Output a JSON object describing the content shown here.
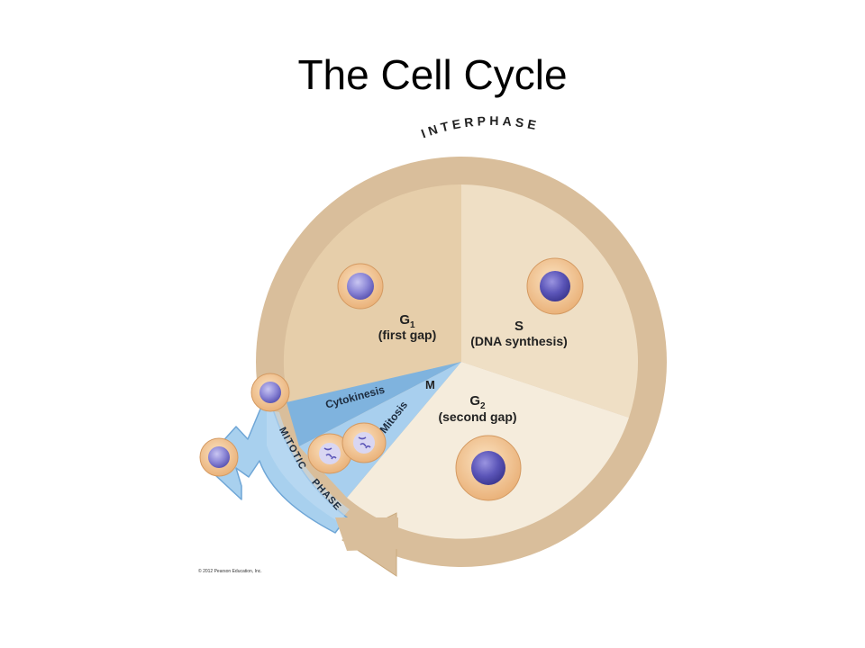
{
  "slide": {
    "title": "The Cell Cycle"
  },
  "diagram": {
    "ring_label": "INTERPHASE",
    "phases": {
      "g1": {
        "symbol": "G",
        "subscript": "1",
        "name": "(first gap)"
      },
      "s": {
        "symbol": "S",
        "name": "(DNA synthesis)"
      },
      "g2": {
        "symbol": "G",
        "subscript": "2",
        "name": "(second gap)"
      },
      "m": {
        "symbol": "M"
      },
      "cytokinesis": "Cytokinesis",
      "mitosis": "Mitosis",
      "mitotic_phase_1": "MITOTIC",
      "mitotic_phase_2": "PHASE"
    },
    "copyright": "© 2012 Pearson Education, Inc."
  },
  "colors": {
    "ring": "#d9be9b",
    "g1": "#e6ceaa",
    "s": "#efdfc5",
    "g2": "#f5ecdc",
    "cytokinesis": "#7fb3de",
    "mitosis": "#a8cfee",
    "cell_body": "#f4c48c",
    "nucleus": "#8b86d6"
  }
}
